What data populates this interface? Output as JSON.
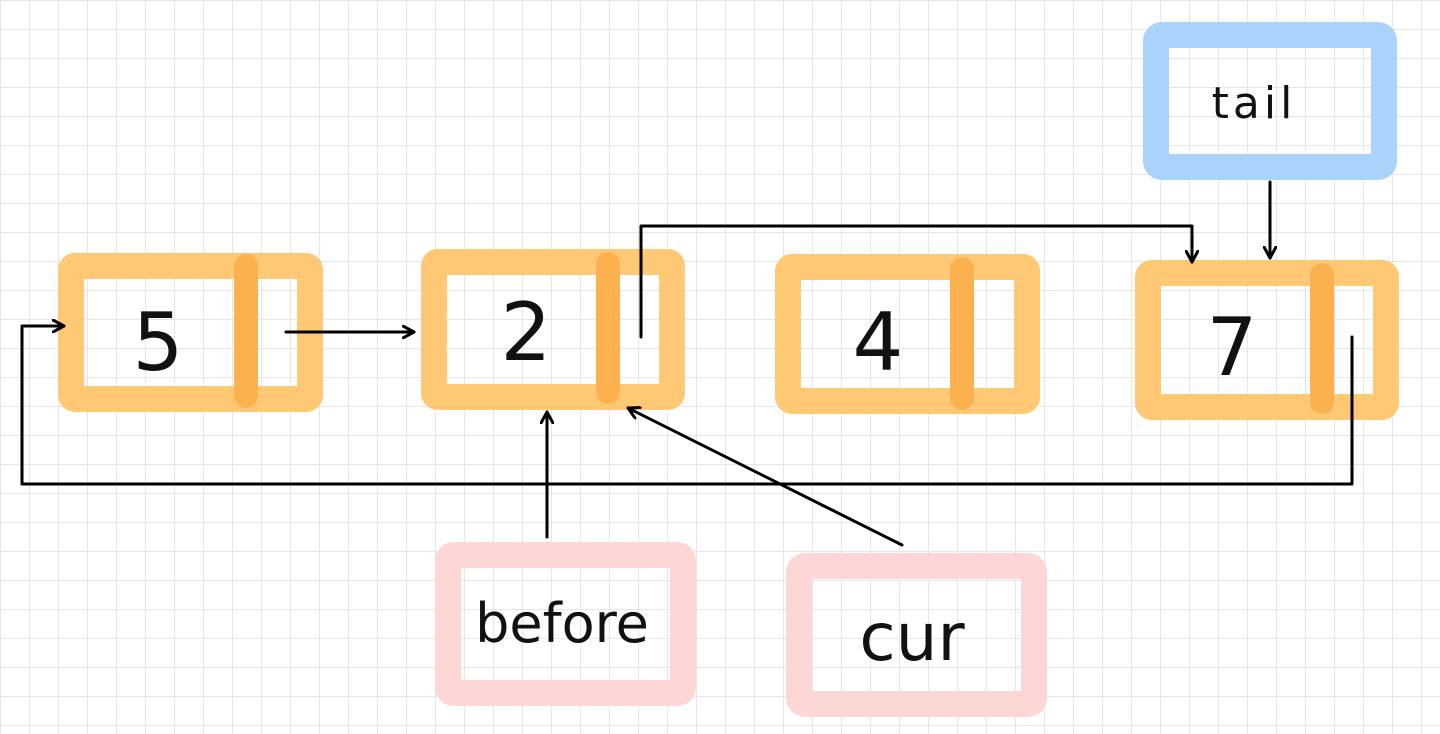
{
  "nodes": [
    {
      "value": "5"
    },
    {
      "value": "2"
    },
    {
      "value": "4"
    },
    {
      "value": "7"
    }
  ],
  "pointers": {
    "before": "before",
    "cur": "cur",
    "tail": "tail"
  },
  "colors": {
    "node": "#ffc56e",
    "pointer": "#fdd6d6",
    "tail": "#a9d3fb",
    "line": "#000000"
  }
}
